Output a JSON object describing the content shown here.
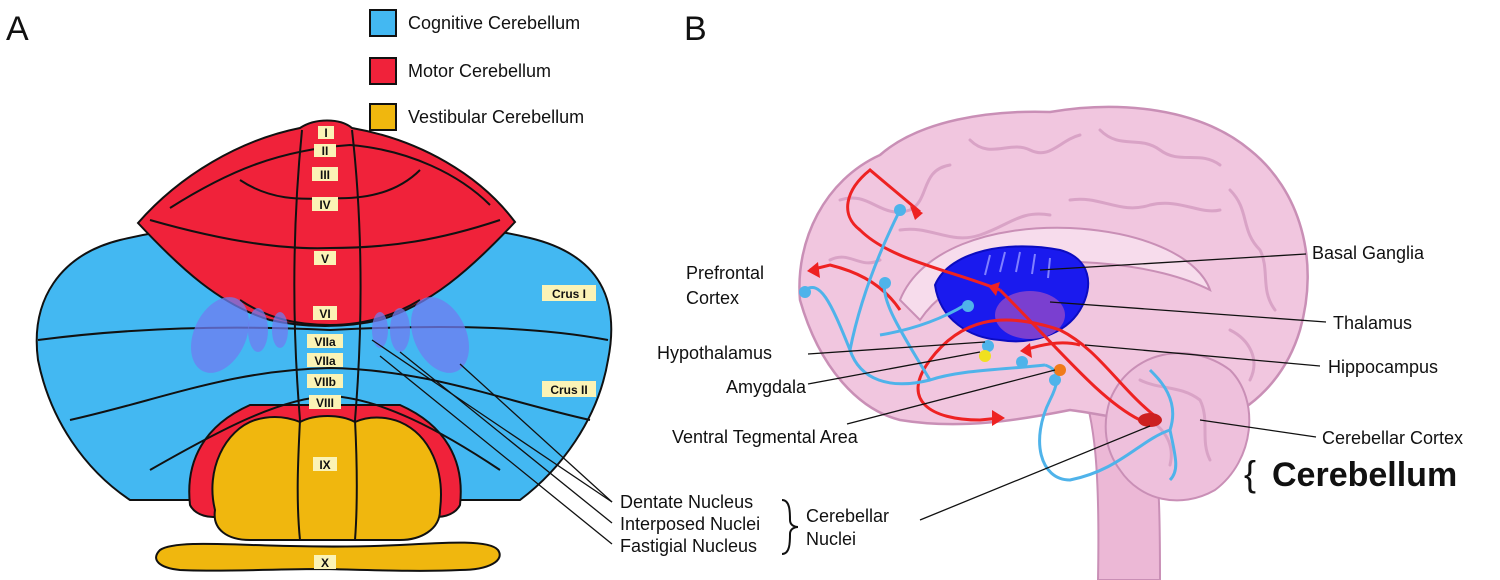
{
  "panel_a": {
    "letter": "A",
    "legend": [
      {
        "label": "Cognitive Cerebellum",
        "color": "#43b8f2"
      },
      {
        "label": "Motor Cerebellum",
        "color": "#f0223a"
      },
      {
        "label": "Vestibular Cerebellum",
        "color": "#f0b70e"
      }
    ],
    "lobules": [
      "I",
      "II",
      "III",
      "IV",
      "V",
      "VI",
      "VIIa",
      "VIIa",
      "VIIb",
      "VIII",
      "IX",
      "X"
    ],
    "crus": [
      "Crus I",
      "Crus II"
    ],
    "nuclei": [
      "Dentate Nucleus",
      "Interposed Nuclei",
      "Fastigial Nucleus"
    ],
    "nuclei_group": [
      "Cerebellar",
      "Nuclei"
    ]
  },
  "panel_b": {
    "letter": "B",
    "labels": {
      "prefrontal": [
        "Prefrontal",
        "Cortex"
      ],
      "hypothalamus": "Hypothalamus",
      "amygdala": "Amygdala",
      "vta": "Ventral Tegmental Area",
      "basal_ganglia": "Basal Ganglia",
      "thalamus": "Thalamus",
      "hippocampus": "Hippocampus",
      "cerebellar_cortex": "Cerebellar Cortex",
      "cerebellum": "Cerebellum"
    },
    "colors": {
      "brain": "#f1c6df",
      "brain_outline": "#c98fb6",
      "basal_ganglia": "#1a1aee",
      "thalamus": "#7a3fd0",
      "pathway_red": "#ee2222",
      "pathway_blue": "#4fb3ea"
    }
  }
}
